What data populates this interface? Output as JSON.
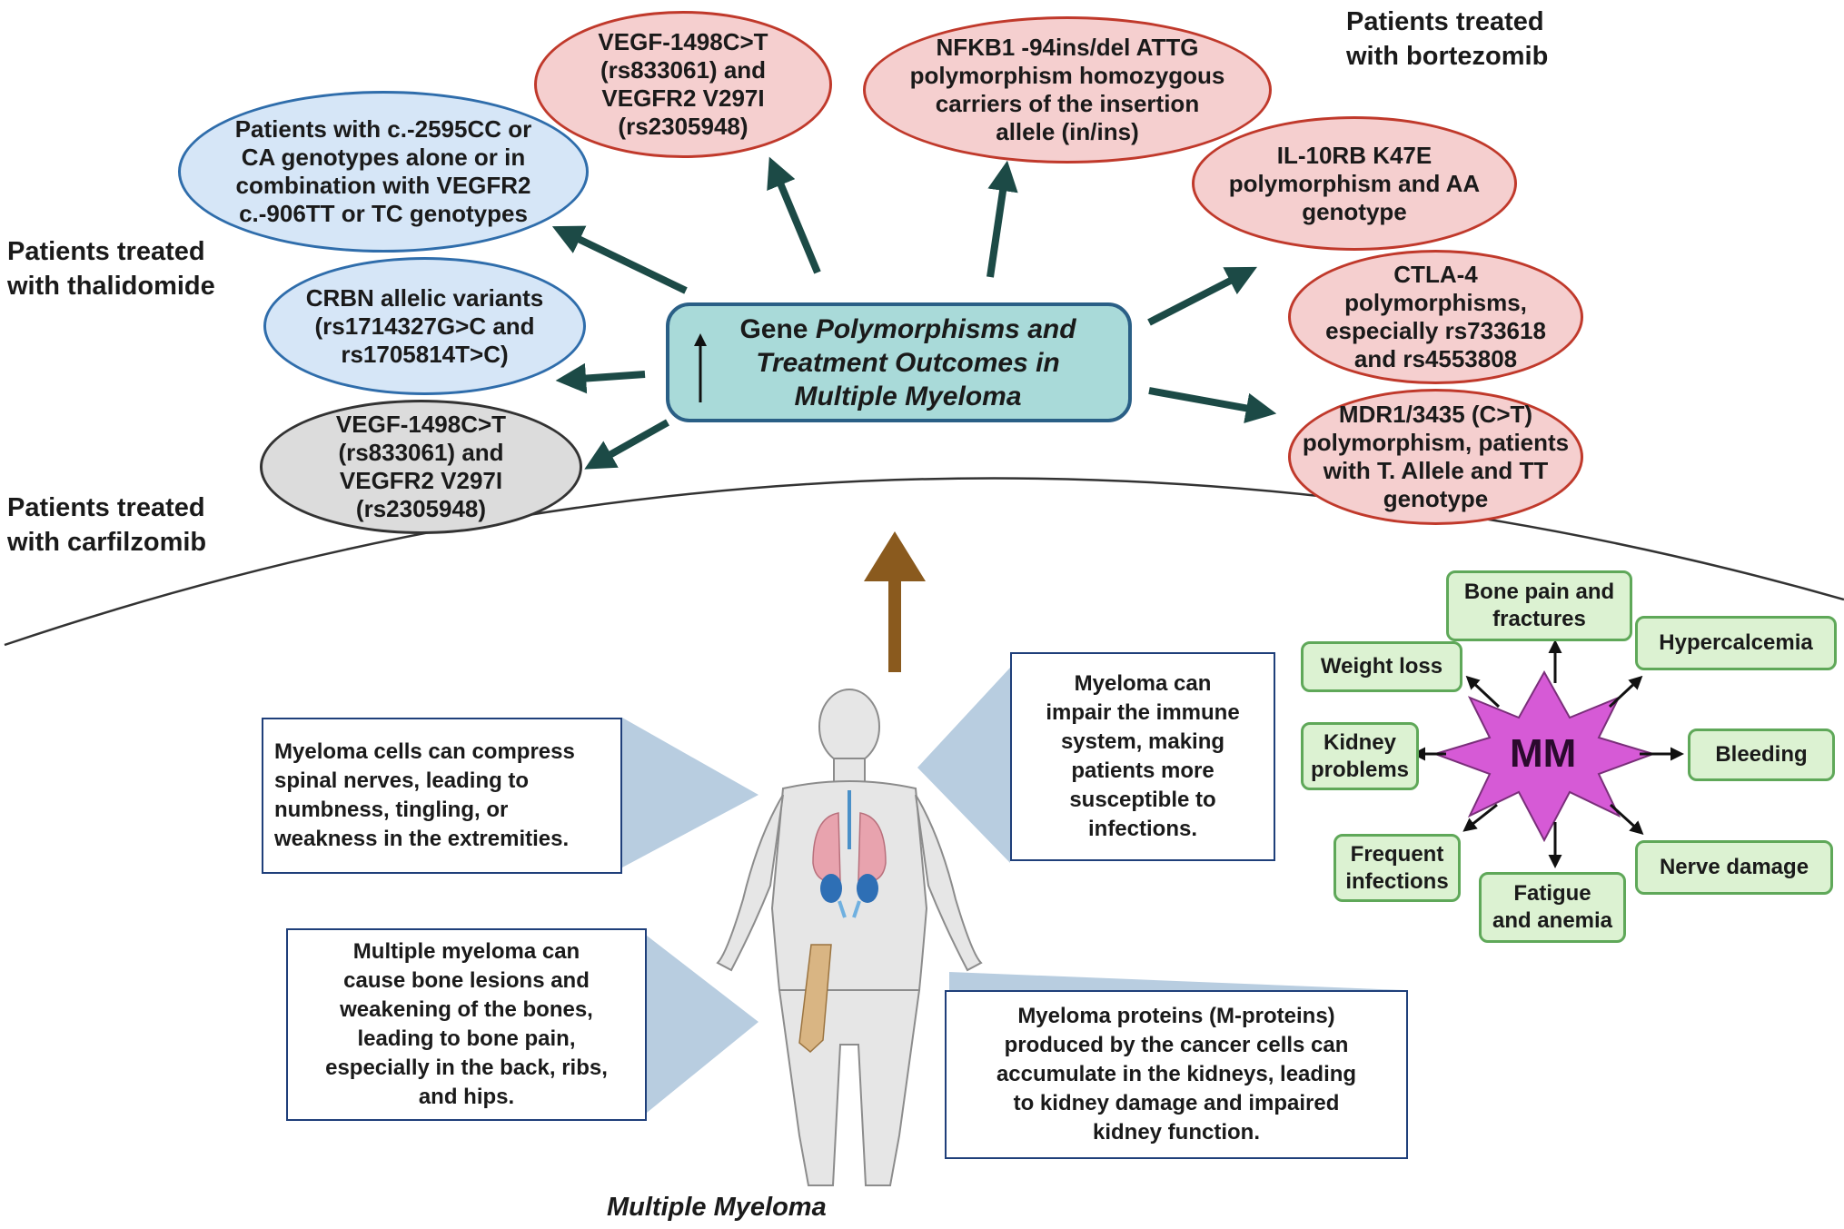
{
  "center": {
    "prefix": "Gene ",
    "italic_lines": [
      "Polymorphisms and",
      "Treatment Outcomes in",
      "Multiple Myeloma"
    ]
  },
  "groups": {
    "thalidomide": "Patients treated\nwith thalidomide",
    "bortezomib": "Patients treated\nwith bortezomib",
    "carfilzomib": "Patients treated\nwith carfilzomib"
  },
  "polymorphisms": {
    "thal_vegf_combo": "Patients with c.-2595CC or\nCA genotypes alone or in\ncombination with VEGFR2\nc.-906TT or TC genotypes",
    "thal_crbn": "CRBN allelic variants\n(rs1714327G>C and\nrs1705814T>C)",
    "carf_vegf": "VEGF-1498C>T\n(rs833061) and\nVEGFR2 V297I\n(rs2305948)",
    "bort_vegf": "VEGF-1498C>T\n(rs833061) and\nVEGFR2 V297I\n(rs2305948)",
    "bort_nfkb1": "NFKB1 -94ins/del ATTG\npolymorphism homozygous\ncarriers of the insertion\nallele (in/ins)",
    "bort_il10rb": "IL-10RB K47E\npolymorphism and AA\ngenotype",
    "bort_ctla4": "CTLA-4\npolymorphisms,\nespecially rs733618\nand rs4553808",
    "bort_mdr1": "MDR1/3435 (C>T)\npolymorphism, patients\nwith T. Allele and TT\ngenotype"
  },
  "info_boxes": {
    "nerves": "Myeloma cells can compress\nspinal nerves, leading to\nnumbness, tingling, or\nweakness in the extremities.",
    "immune": "Myeloma can\nimpair the immune\nsystem, making\npatients more\nsusceptible to\ninfections.",
    "bones": "Multiple myeloma can\ncause bone lesions and\nweakening of the bones,\nleading to bone pain,\nespecially in the back, ribs,\nand hips.",
    "kidneys": "Myeloma proteins (M-proteins)\nproduced by the cancer cells can\naccumulate in the kidneys, leading\nto kidney damage and impaired\nkidney function."
  },
  "mm": {
    "label": "MM",
    "symptoms": {
      "bone_pain": "Bone pain and\nfractures",
      "hypercalcemia": "Hypercalcemia",
      "weight_loss": "Weight loss",
      "bleeding": "Bleeding",
      "kidney": "Kidney\nproblems",
      "infections": "Frequent\ninfections",
      "fatigue": "Fatigue\nand anemia",
      "nerve": "Nerve damage"
    }
  },
  "caption": "Multiple Myeloma",
  "colors": {
    "arrow_dark": "#1c4a46",
    "arrow_brown": "#8a5a1e",
    "star_fill": "#d65ad6",
    "symptom_border": "#5fa859"
  }
}
